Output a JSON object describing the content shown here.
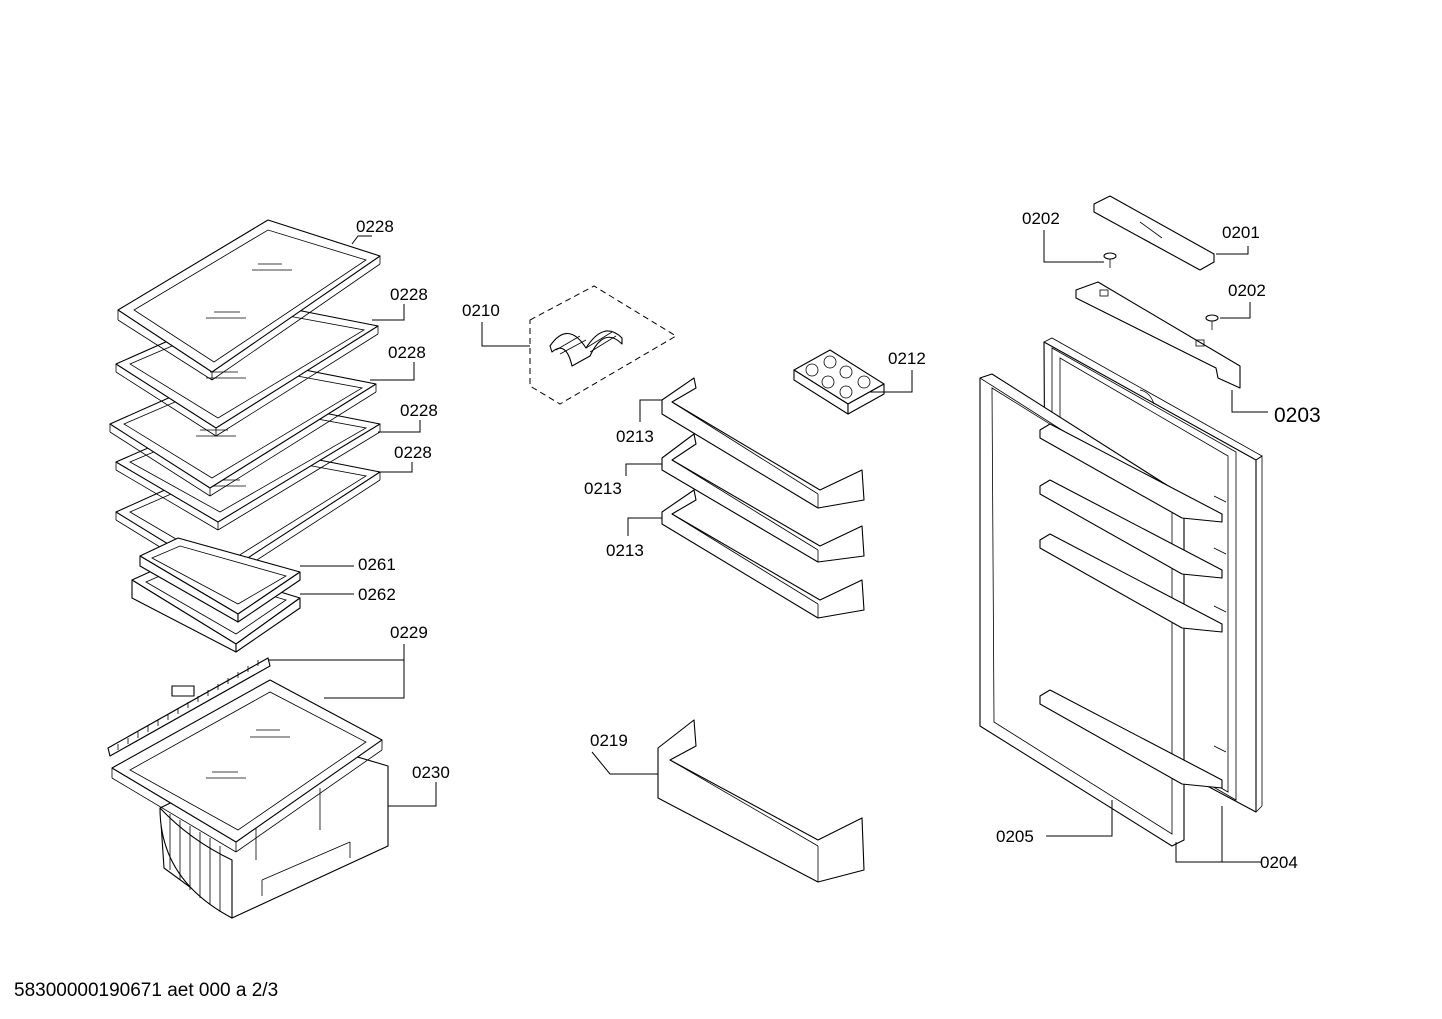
{
  "callouts": {
    "c0201": "0201",
    "c0202a": "0202",
    "c0202b": "0202",
    "c0203": "0203",
    "c0204": "0204",
    "c0205": "0205",
    "c0210": "0210",
    "c0212": "0212",
    "c0213a": "0213",
    "c0213b": "0213",
    "c0213c": "0213",
    "c0219": "0219",
    "c0228a": "0228",
    "c0228b": "0228",
    "c0228c": "0228",
    "c0228d": "0228",
    "c0228e": "0228",
    "c0229": "0229",
    "c0230": "0230",
    "c0261": "0261",
    "c0262": "0262"
  },
  "footer": {
    "document_code": "58300000190671 aet 000 a 2/3"
  },
  "colors": {
    "line": "#000000",
    "background": "#ffffff"
  }
}
